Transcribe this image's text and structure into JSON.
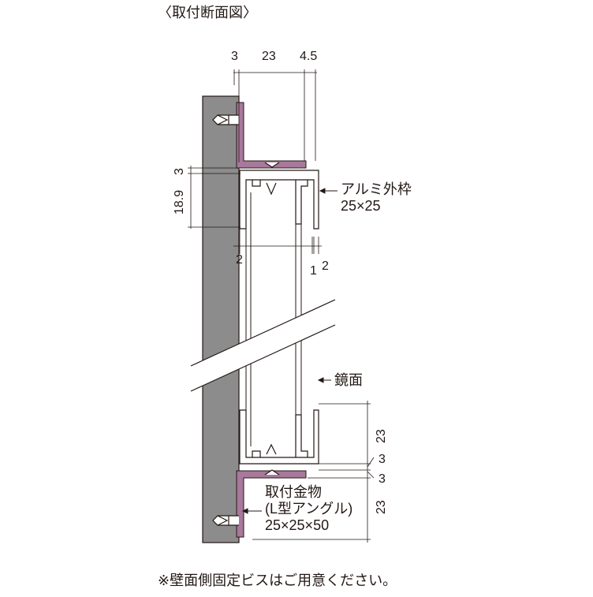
{
  "title": "〈取付断面図〉",
  "dimensions": {
    "top_3": "3",
    "top_23": "23",
    "top_45": "4.5",
    "left_3": "3",
    "left_189": "18.9",
    "mid_2_left": "2",
    "mid_1": "1",
    "mid_2_right": "2",
    "right_23_upper": "23",
    "right_3_a": "3",
    "right_3_b": "3",
    "right_23_lower": "23"
  },
  "callouts": {
    "frame_line1": "アルミ外枠",
    "frame_line2": "25×25",
    "mirror": "鏡面",
    "bracket_line1": "取付金物",
    "bracket_line2": "(L型アングル)",
    "bracket_line3": "25×25×50"
  },
  "note": "※壁面側固定ビスはご用意ください。",
  "colors": {
    "wall": "#8c8c8c",
    "bracket": "#a8799c",
    "frame": "#ffffff",
    "line": "#231815"
  }
}
